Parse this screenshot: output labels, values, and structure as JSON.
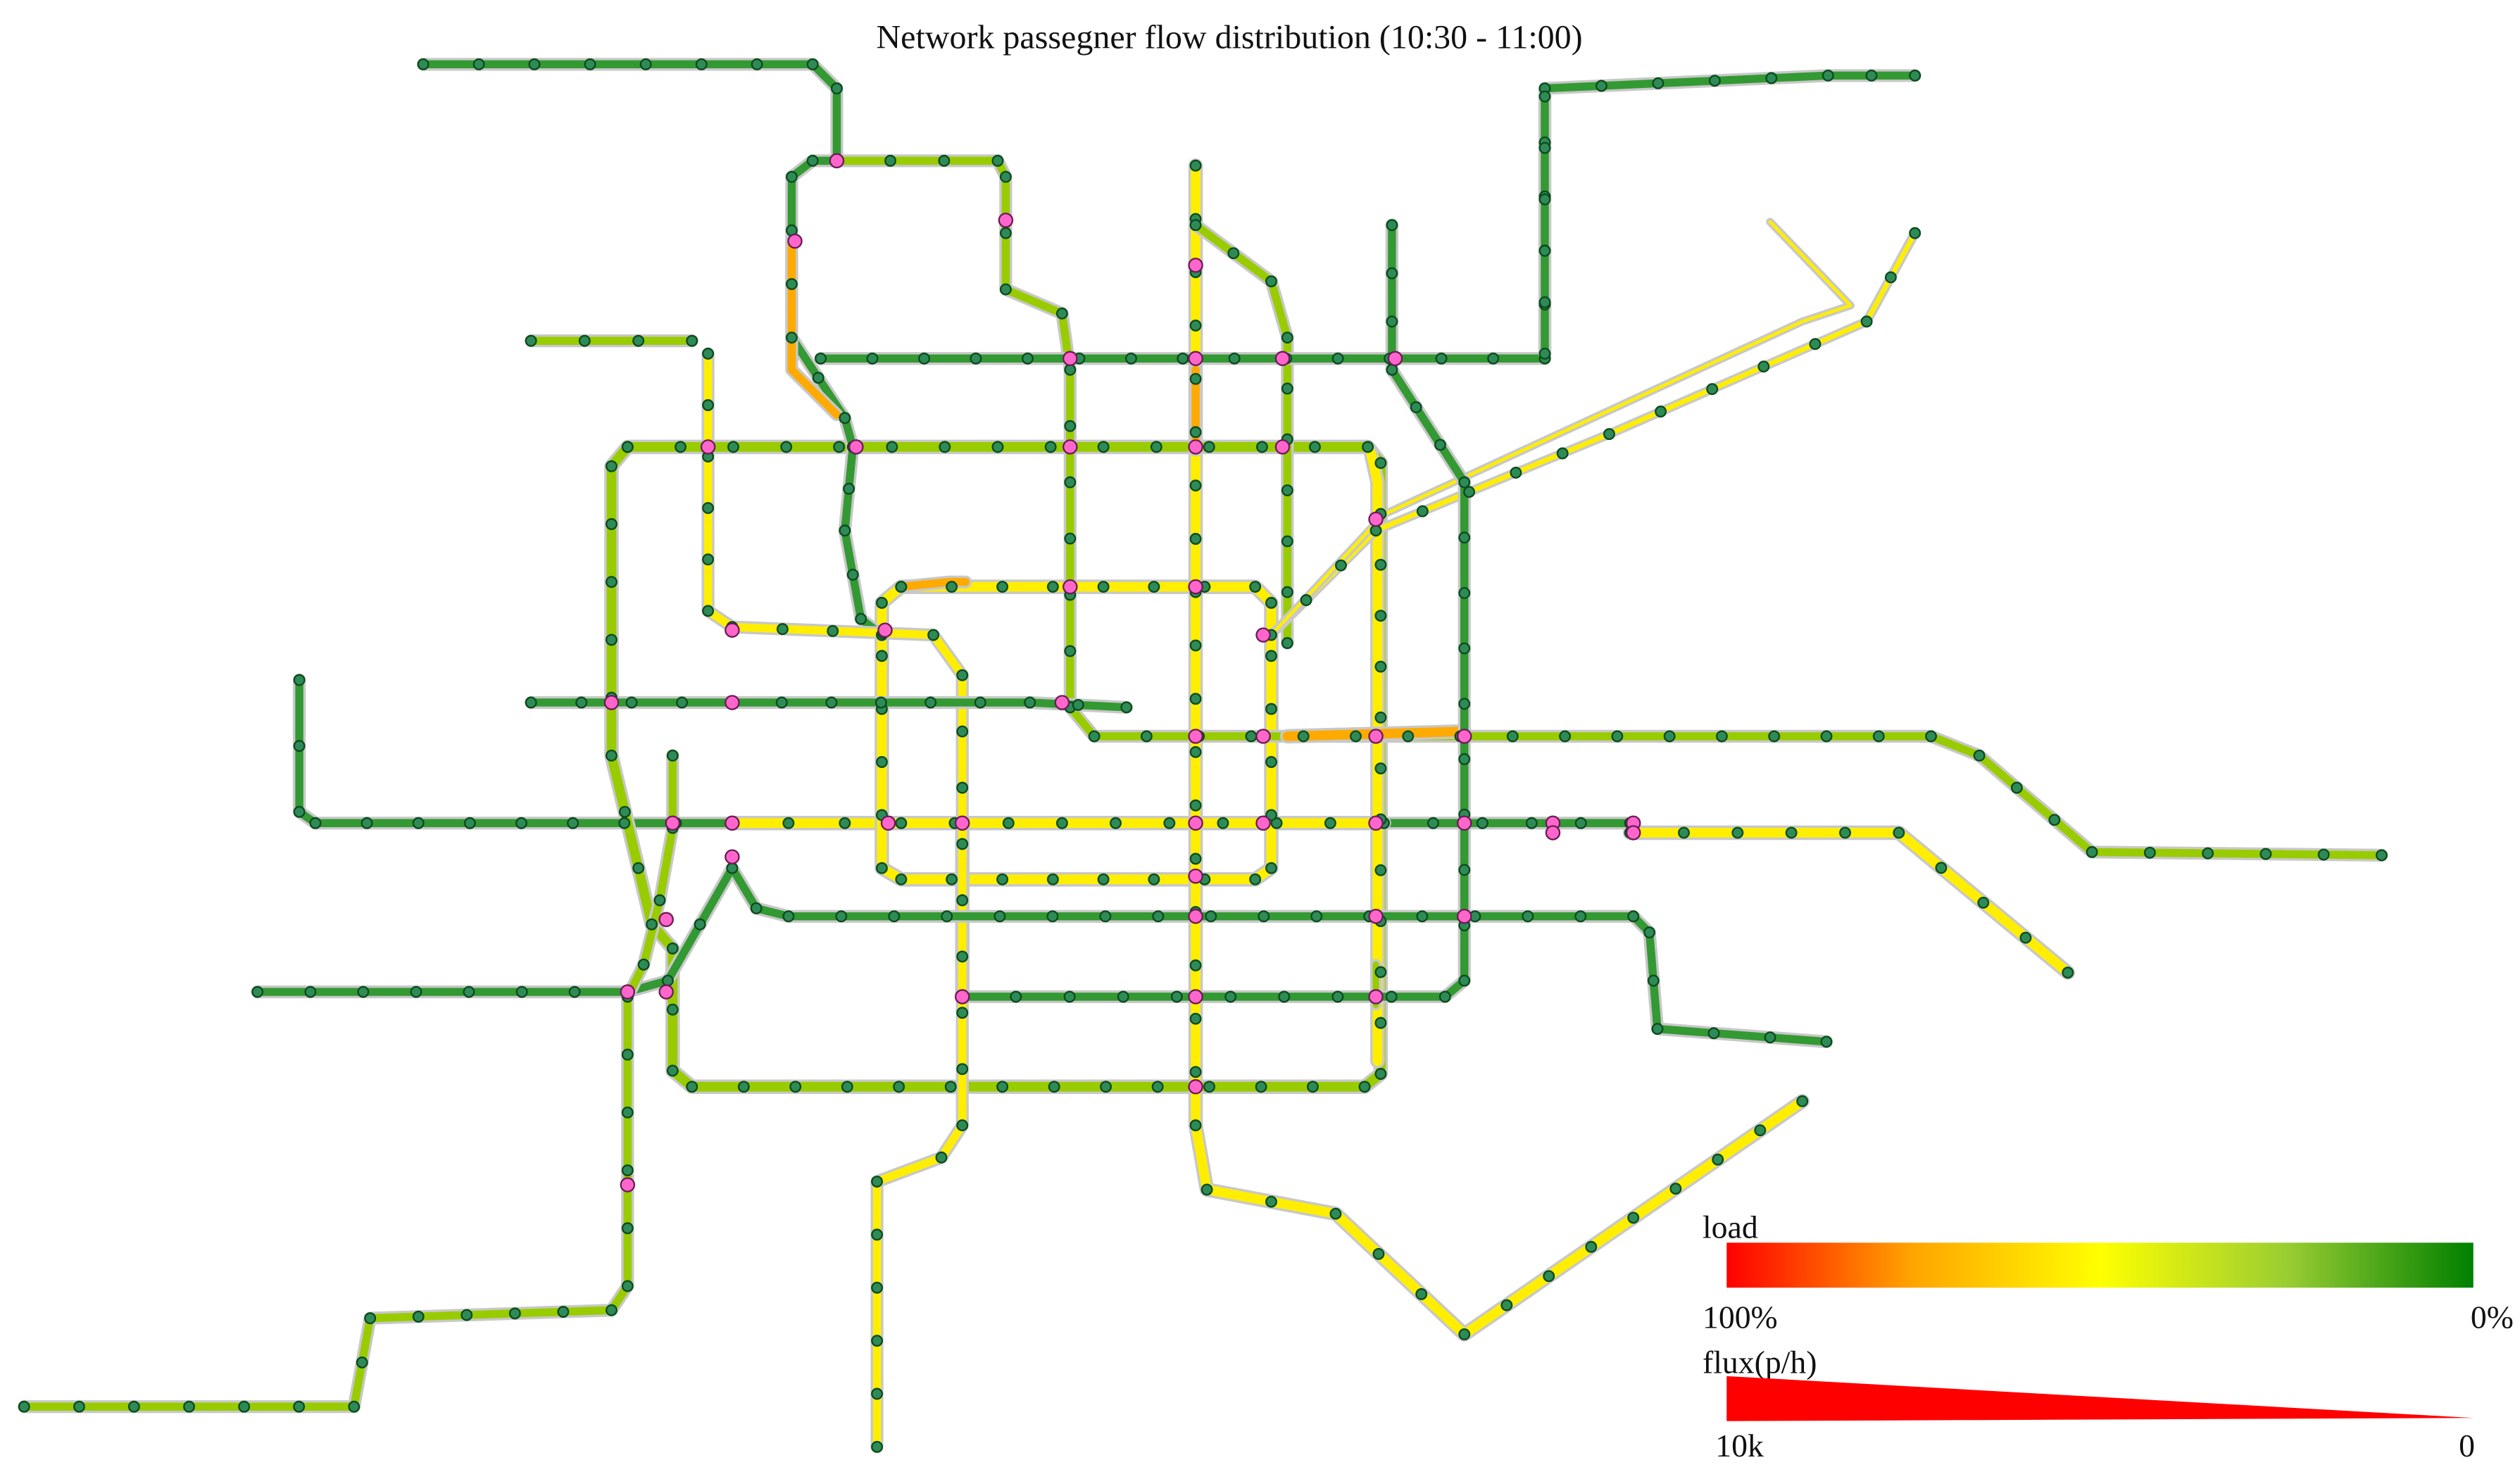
{
  "title": "Network passegner flow distribution (10:30 - 11:00)",
  "legend": {
    "load_label": "load",
    "load_max": "100%",
    "load_min": "0%",
    "flux_label": "flux(p/h)",
    "flux_max": "10k",
    "flux_min": "0",
    "load_colors": [
      "#ff0000",
      "#ffa500",
      "#ffff00",
      "#9acd32",
      "#008000"
    ],
    "flux_color": "#ff0000"
  },
  "colors": {
    "station_fill": "#2e8b57",
    "station_stroke": "#0a4a1a",
    "transfer_fill": "#ff66cc",
    "low_load": "#339933",
    "mid_low": "#99cc00",
    "mid": "#ccee00",
    "high": "#ffee00",
    "higher": "#ffaa00",
    "highest": "#dd0000"
  }
}
